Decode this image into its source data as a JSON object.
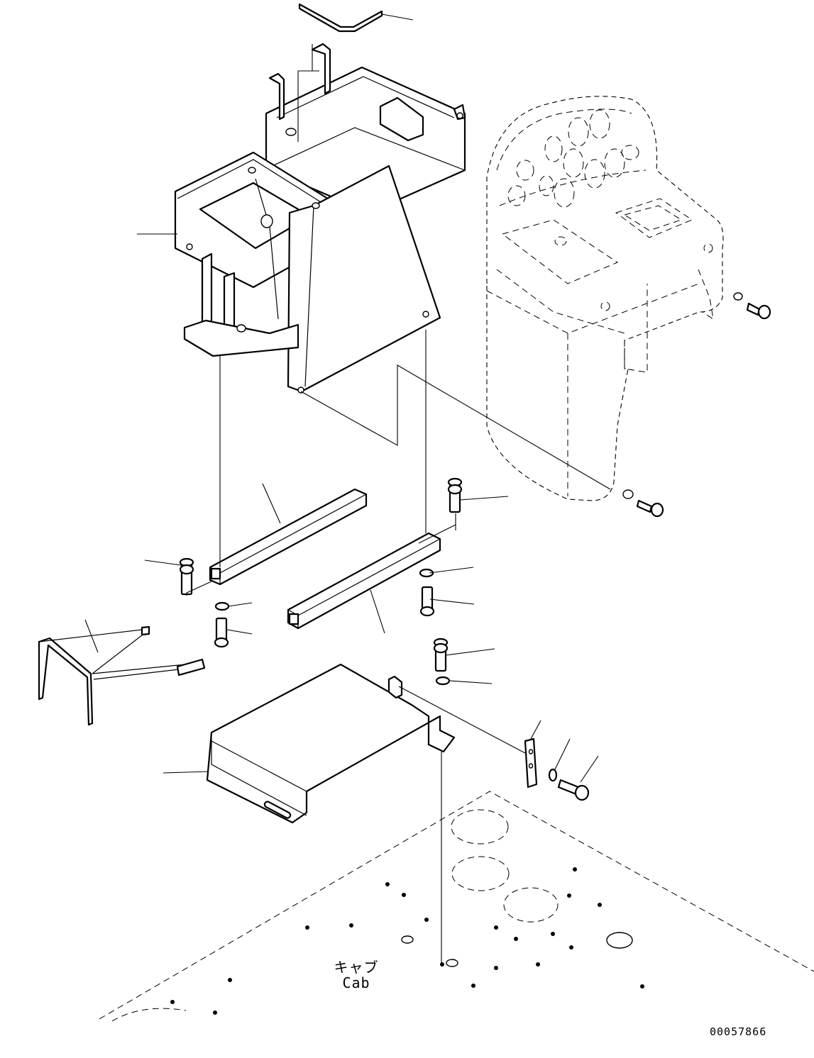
{
  "labels": {
    "cab_jp": "キャブ",
    "cab_en": "Cab",
    "figure_number": "00057866"
  },
  "icons": [
    "bracket-box-drawing",
    "console-drawing",
    "rail-drawing",
    "bolt-drawing",
    "washer-drawing",
    "step-frame-drawing",
    "base-plate-drawing",
    "cab-floor-drawing"
  ]
}
